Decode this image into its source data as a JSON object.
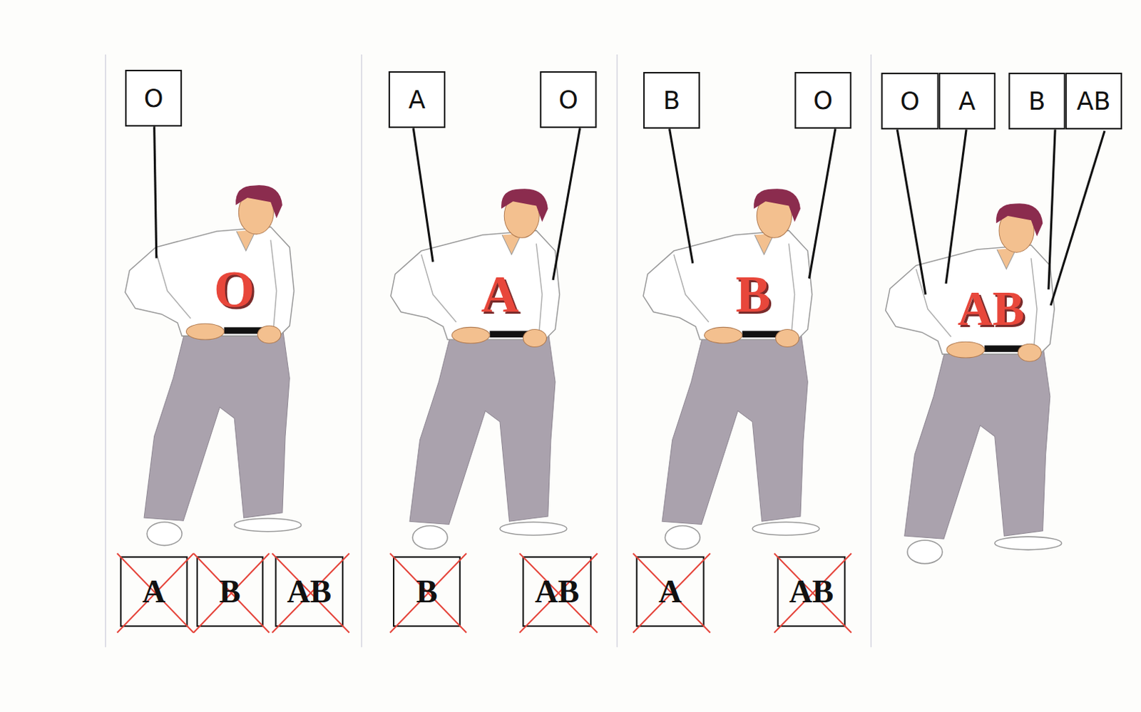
{
  "diagram": {
    "nodes": [
      {
        "text": [
          "O"
        ]
      },
      {
        "text": [
          "A"
        ]
      },
      {
        "text": [
          "B"
        ]
      },
      {
        "text": [
          "AB"
        ]
      },
      {
        "text": [
          "A"
        ]
      },
      {
        "text": [
          "O"
        ]
      },
      {
        "text": [
          "B"
        ]
      },
      {
        "text": [
          "AB"
        ]
      },
      {
        "text": [
          "B"
        ]
      },
      {
        "text": [
          "O"
        ]
      },
      {
        "text": [
          "A"
        ]
      },
      {
        "text": [
          "AB"
        ]
      },
      {
        "text": [
          "O"
        ]
      },
      {
        "text": [
          "A"
        ]
      },
      {
        "text": [
          "B"
        ]
      },
      {
        "text": [
          "AB"
        ]
      }
    ],
    "labels": [
      "O",
      "A",
      "B",
      "AB"
    ]
  }
}
